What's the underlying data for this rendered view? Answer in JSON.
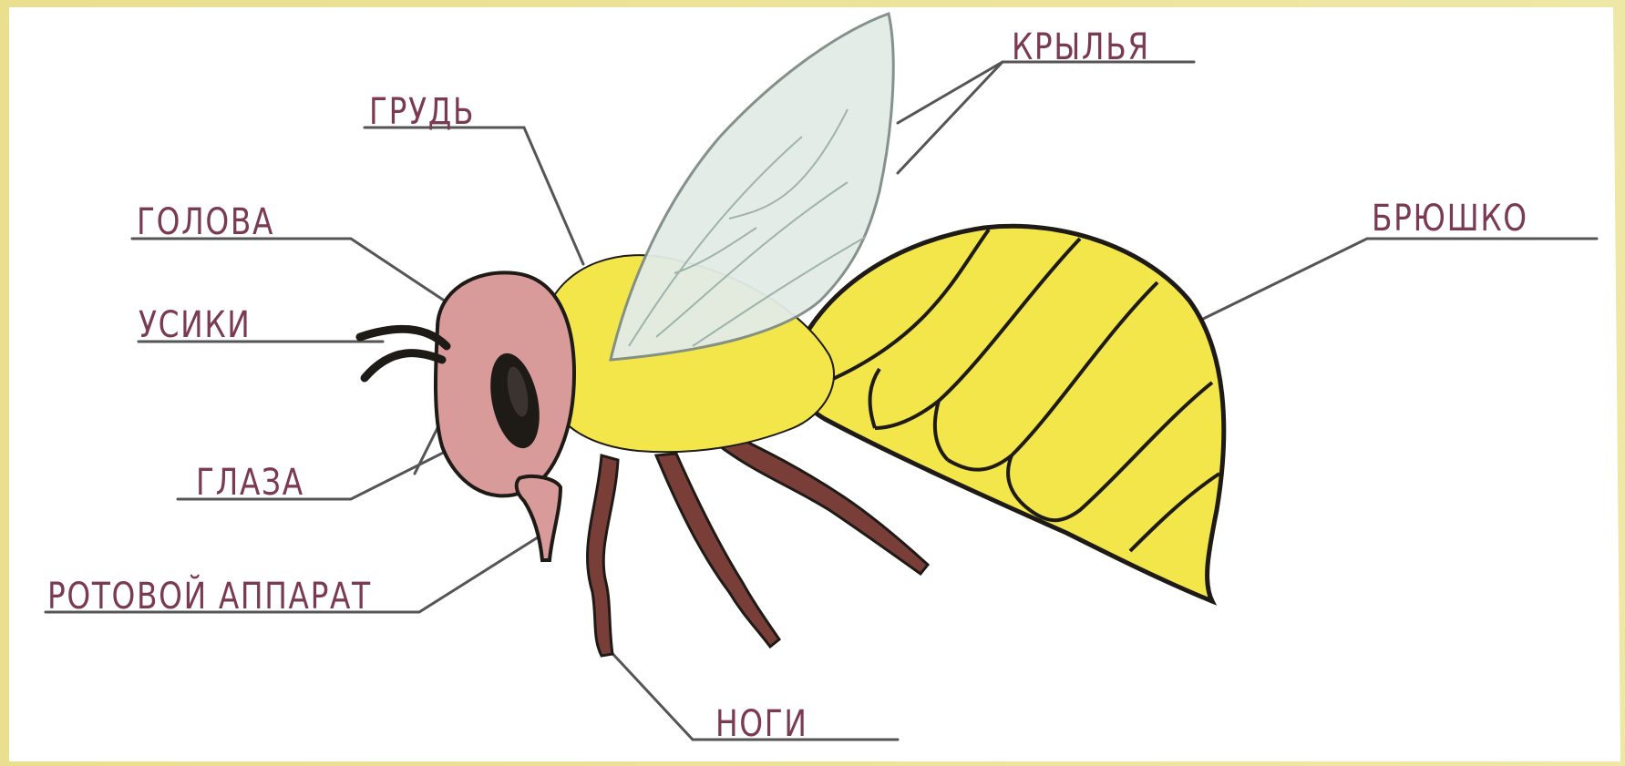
{
  "diagram": {
    "labels": {
      "wings": "КРЫЛЬЯ",
      "thorax": "ГРУДЬ",
      "head": "ГОЛОВА",
      "abdomen": "БРЮШКО",
      "antennae": "УСИКИ",
      "eyes": "ГЛАЗА",
      "mouthparts": "РОТОВОЙ АППАРАТ",
      "legs": "НОГИ"
    },
    "colors": {
      "background_frame": "#e8e29a",
      "paper": "#ffffff",
      "label_ink": "#7a3a52",
      "leader_line": "#555555",
      "body_yellow": "#f2e64a",
      "head_pink": "#d99a9a",
      "wing": "#e3ece6",
      "legs": "#7a3e38",
      "outline": "#1e1a16"
    }
  }
}
